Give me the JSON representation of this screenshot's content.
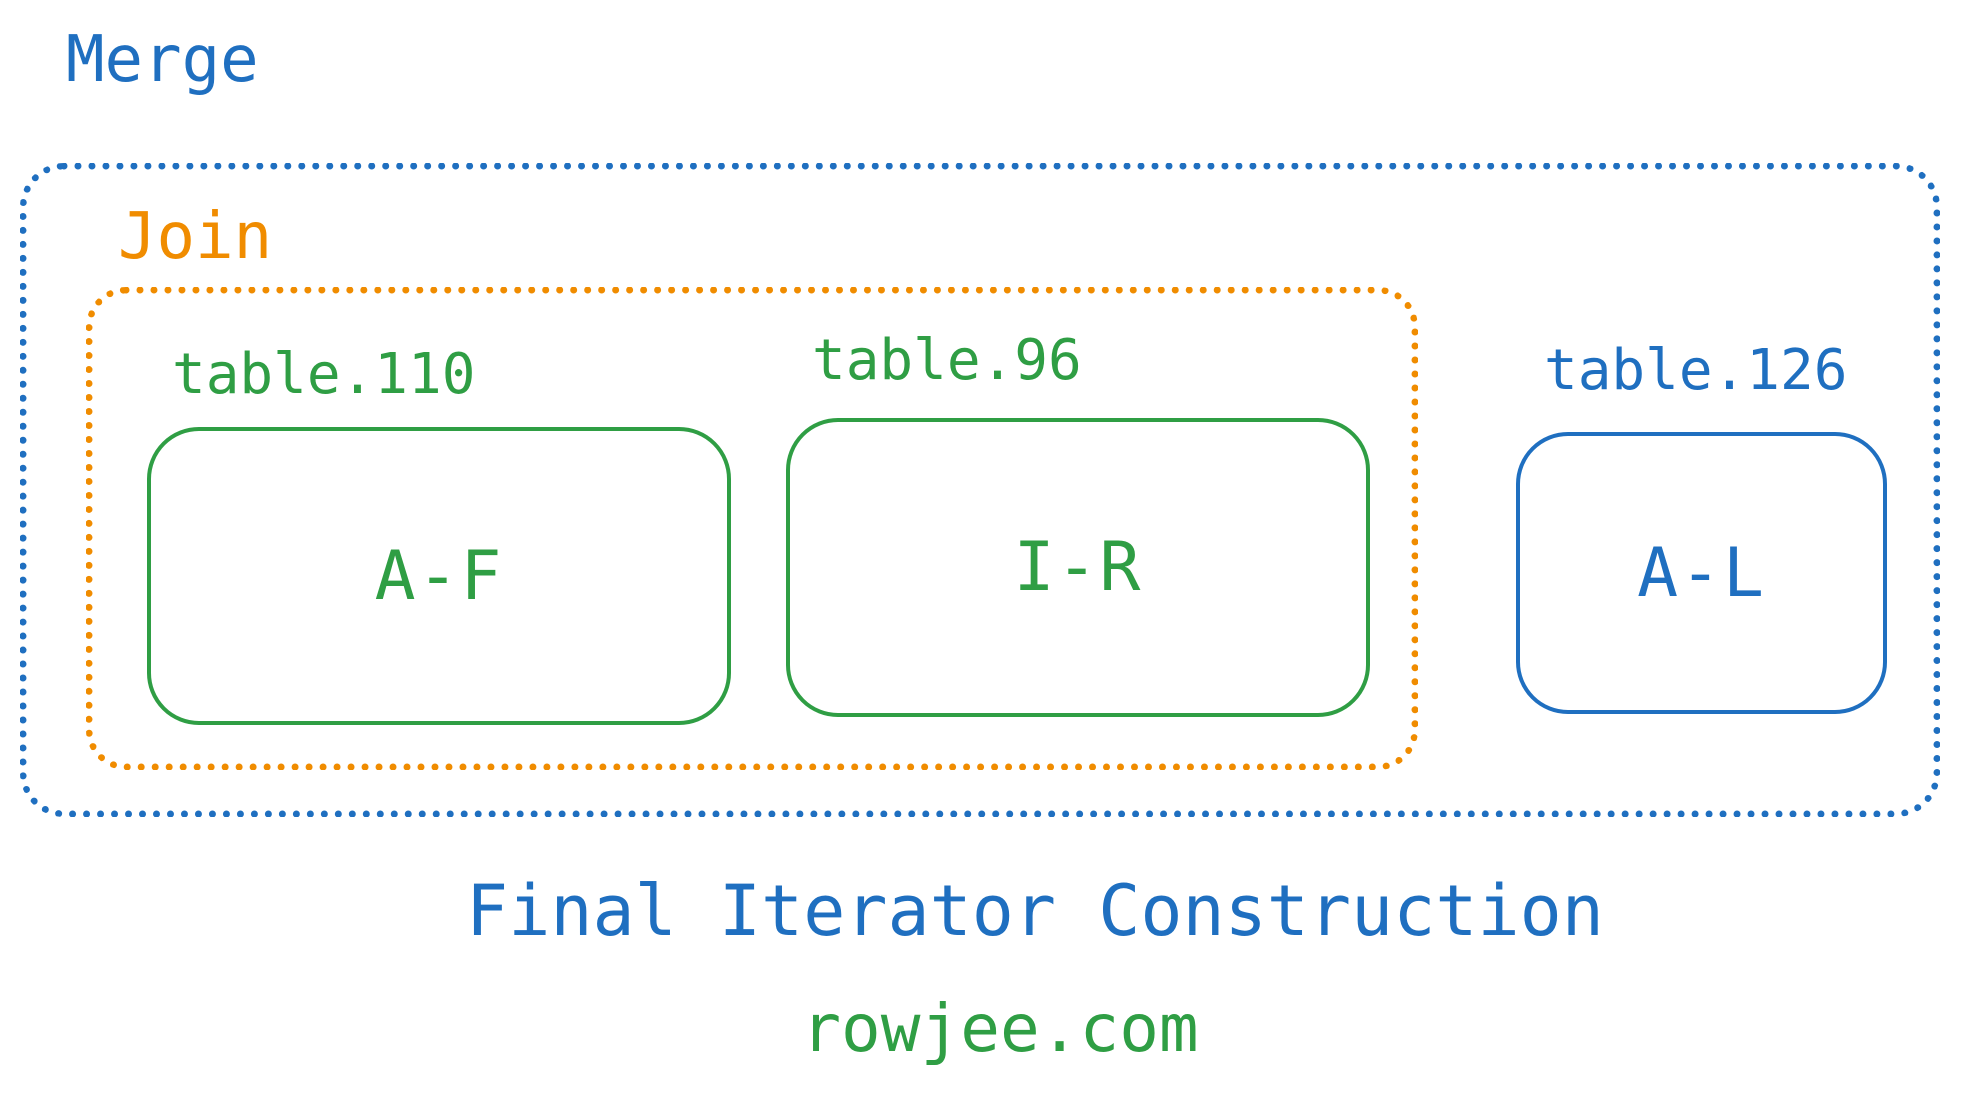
{
  "colors": {
    "blue": "#1f6fc0",
    "orange": "#f08c00",
    "green": "#2f9e44"
  },
  "merge": {
    "label": "Merge"
  },
  "join": {
    "label": "Join"
  },
  "tables": [
    {
      "name": "table.110",
      "range": "A-F"
    },
    {
      "name": "table.96",
      "range": "I-R"
    },
    {
      "name": "table.126",
      "range": "A-L"
    }
  ],
  "caption": "Final Iterator Construction",
  "site": "rowjee.com"
}
